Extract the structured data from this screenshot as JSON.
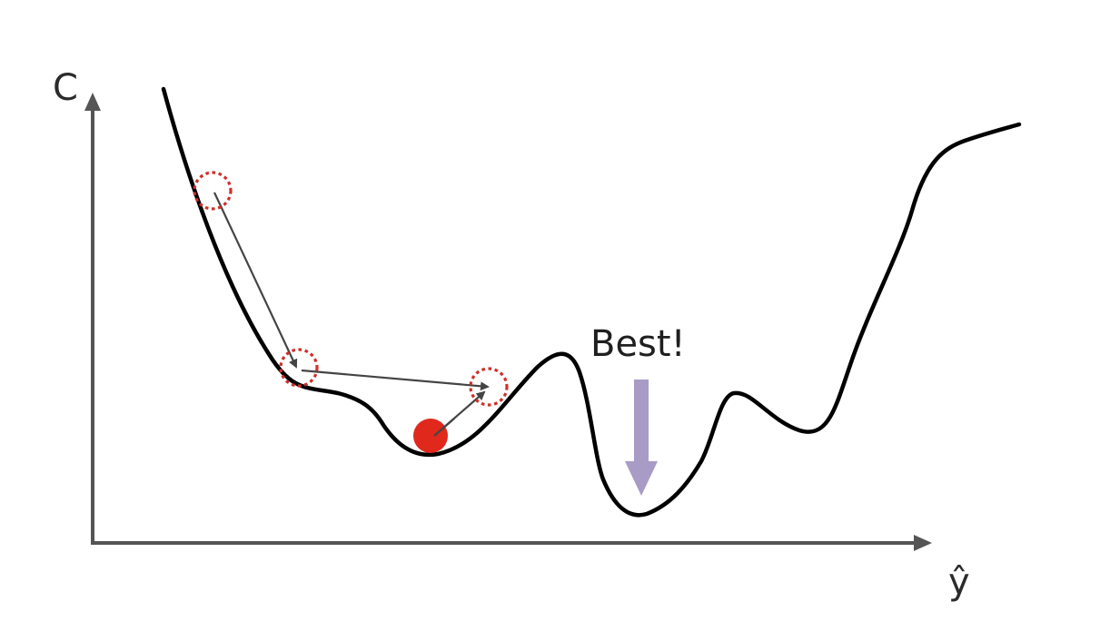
{
  "labels": {
    "y_axis": "C",
    "x_axis": "ŷ",
    "best": "Best!"
  },
  "colors": {
    "axis": "#555555",
    "curve": "#000000",
    "step_arrow": "#444444",
    "marker_ring": "#d0302a",
    "ball": "#e0281c",
    "best_arrow": "#a89cc6"
  }
}
